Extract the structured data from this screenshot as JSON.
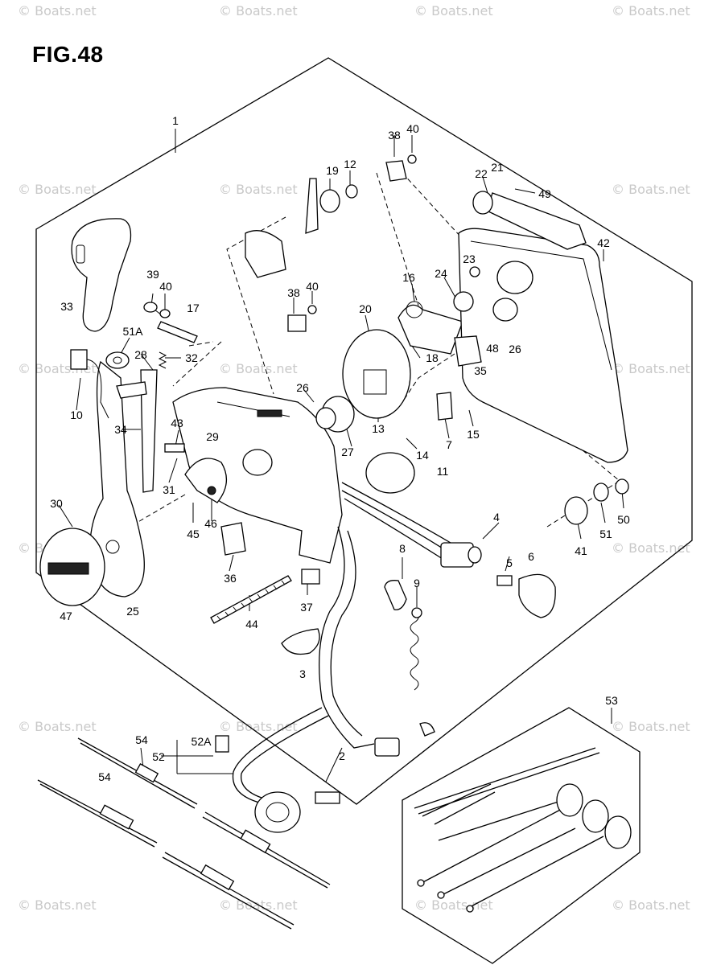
{
  "figure": {
    "title": "FIG.48"
  },
  "watermark": {
    "text": "© Boats.net"
  },
  "callouts": {
    "c1": "1",
    "c2": "2",
    "c3": "3",
    "c4": "4",
    "c5": "5",
    "c6": "6",
    "c7": "7",
    "c8": "8",
    "c9": "9",
    "c10": "10",
    "c11": "11",
    "c12": "12",
    "c13": "13",
    "c14": "14",
    "c15": "15",
    "c16": "16",
    "c17": "17",
    "c18": "18",
    "c19": "19",
    "c20": "20",
    "c21": "21",
    "c22": "22",
    "c23": "23",
    "c24": "24",
    "c25": "25",
    "c26a": "26",
    "c26b": "26",
    "c27": "27",
    "c28": "28",
    "c29": "29",
    "c30": "30",
    "c31": "31",
    "c32": "32",
    "c33": "33",
    "c34": "34",
    "c35": "35",
    "c36": "36",
    "c37": "37",
    "c38a": "38",
    "c38b": "38",
    "c39": "39",
    "c40a": "40",
    "c40b": "40",
    "c40c": "40",
    "c41": "41",
    "c42": "42",
    "c43": "43",
    "c44": "44",
    "c45": "45",
    "c46": "46",
    "c47": "47",
    "c48": "48",
    "c49": "49",
    "c50": "50",
    "c51": "51",
    "c51a": "51A",
    "c52": "52",
    "c52a": "52A",
    "c53": "53",
    "c54a": "54",
    "c54b": "54"
  }
}
